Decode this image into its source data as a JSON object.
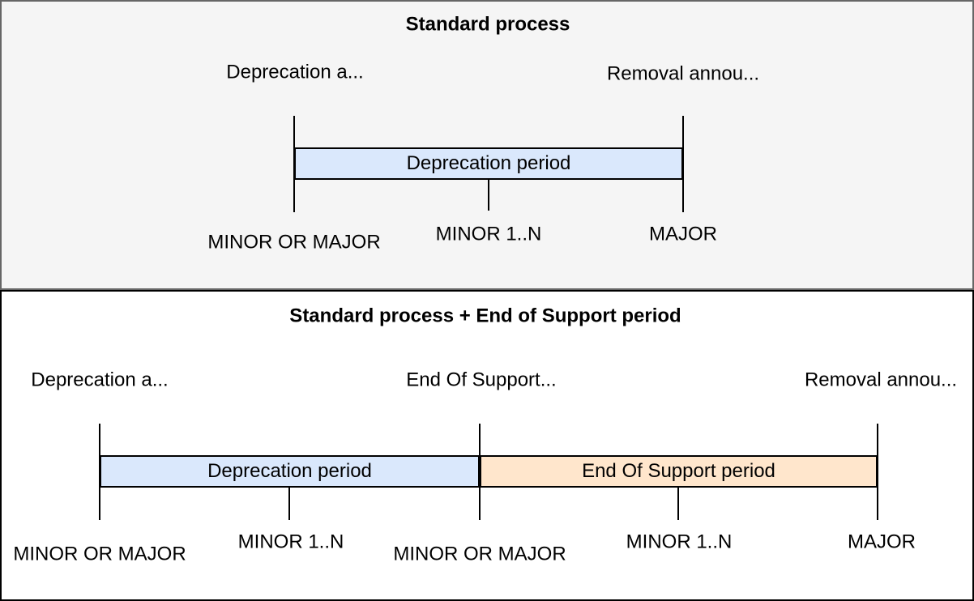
{
  "colors": {
    "deprecation_bar": "#dae8fc",
    "end_of_support_bar": "#ffe6cc",
    "top_panel_fill": "#f5f5f5",
    "top_panel_border": "#666666",
    "bottom_panel_fill": "#ffffff",
    "bottom_panel_border": "#000000",
    "line": "#000000"
  },
  "panels": [
    {
      "title": "Standard process",
      "annotations": [
        {
          "label": "Deprecation a..."
        },
        {
          "label": "Removal annou..."
        }
      ],
      "bars": [
        {
          "label": "Deprecation period"
        }
      ],
      "milestones": [
        {
          "label": "MINOR OR MAJOR"
        },
        {
          "label": "MINOR 1..N"
        },
        {
          "label": "MAJOR"
        }
      ]
    },
    {
      "title": "Standard process + End of Support period",
      "annotations": [
        {
          "label": "Deprecation a..."
        },
        {
          "label": "End Of Support..."
        },
        {
          "label": "Removal annou..."
        }
      ],
      "bars": [
        {
          "label": "Deprecation period"
        },
        {
          "label": "End Of Support period"
        }
      ],
      "milestones": [
        {
          "label": "MINOR OR MAJOR"
        },
        {
          "label": "MINOR 1..N"
        },
        {
          "label": "MINOR OR MAJOR"
        },
        {
          "label": "MINOR 1..N"
        },
        {
          "label": "MAJOR"
        }
      ]
    }
  ]
}
